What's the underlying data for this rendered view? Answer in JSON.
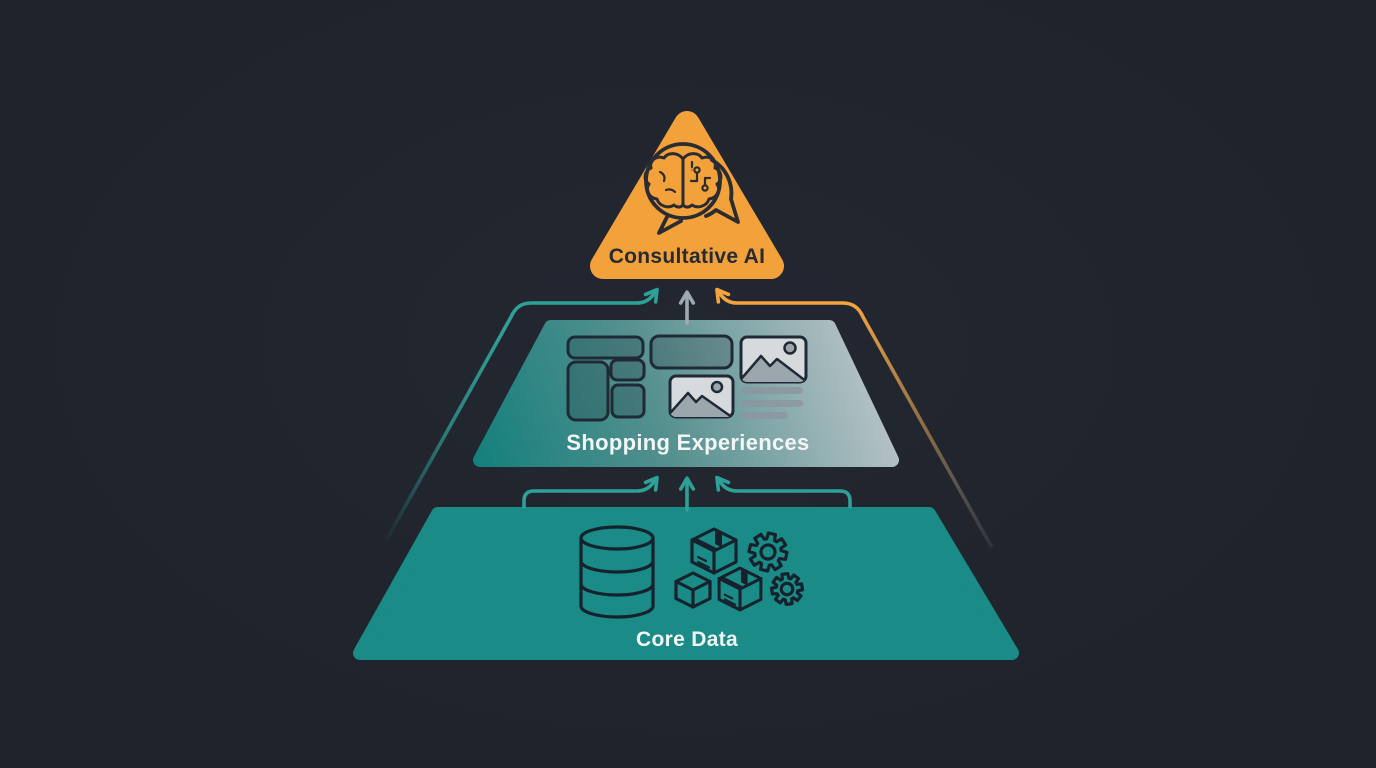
{
  "background": {
    "color": "#1F232B"
  },
  "pyramid": {
    "tiers": {
      "top": {
        "label": "Consultative AI",
        "fill": "#F3A23B",
        "text_color": "#262B33",
        "icon": "brain-chat-icon"
      },
      "middle": {
        "label": "Shopping Experiences",
        "fill_start": "#117F7B",
        "fill_mid": "#55908F",
        "fill_end": "#BEC6CB",
        "text_color": "#F2F6F6",
        "icon": "storefront-wireframe-icon"
      },
      "bottom": {
        "label": "Core Data",
        "fill": "#1A8B86",
        "text_color": "#F2F6F6",
        "icons": [
          "database-icon",
          "package-icon",
          "package-icon",
          "cube-icon",
          "gear-icon",
          "gear-icon"
        ]
      }
    },
    "connectors": {
      "bottom_to_middle": {
        "count": 3,
        "color": "#2FA097",
        "direction": "up"
      },
      "middle_to_top": {
        "left_color": "#2FA097",
        "center_color": "#A0A9B1",
        "right_color": "#F2A340",
        "direction": "up"
      }
    }
  }
}
